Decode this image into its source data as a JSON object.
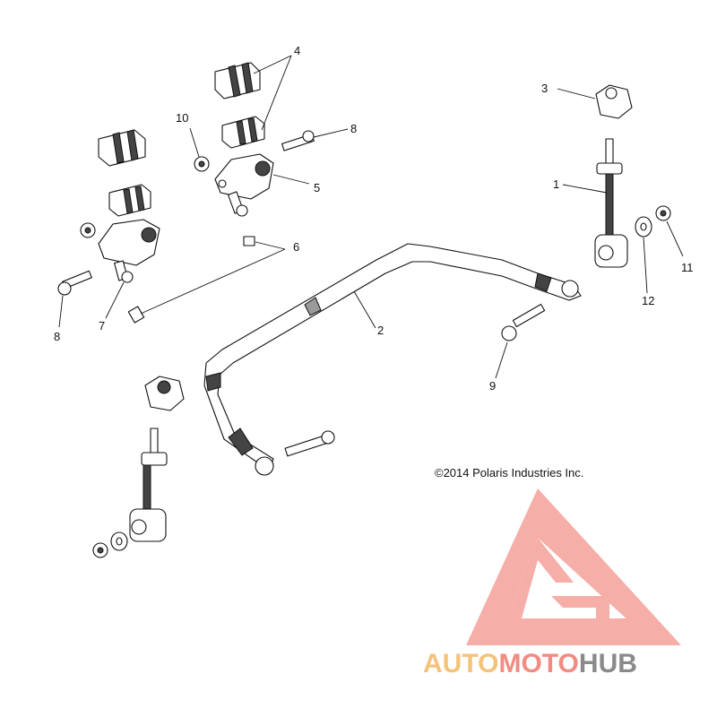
{
  "diagram": {
    "copyright": "©2014 Polaris Industries Inc.",
    "callouts": [
      {
        "id": "1",
        "label": "1"
      },
      {
        "id": "2",
        "label": "2"
      },
      {
        "id": "3",
        "label": "3"
      },
      {
        "id": "4",
        "label": "4"
      },
      {
        "id": "5",
        "label": "5"
      },
      {
        "id": "6",
        "label": "6"
      },
      {
        "id": "7",
        "label": "7"
      },
      {
        "id": "8a",
        "label": "8"
      },
      {
        "id": "8b",
        "label": "8"
      },
      {
        "id": "9",
        "label": "9"
      },
      {
        "id": "10",
        "label": "10"
      },
      {
        "id": "11",
        "label": "11"
      },
      {
        "id": "12",
        "label": "12"
      }
    ]
  },
  "watermark": {
    "part1": "AUTO",
    "part2": "MOTO",
    "part3": "HUB",
    "colors": {
      "auto": "#f5c27a",
      "moto": "#f28b82",
      "hub": "#8a8a8a",
      "logo": "#f4a09a"
    }
  }
}
